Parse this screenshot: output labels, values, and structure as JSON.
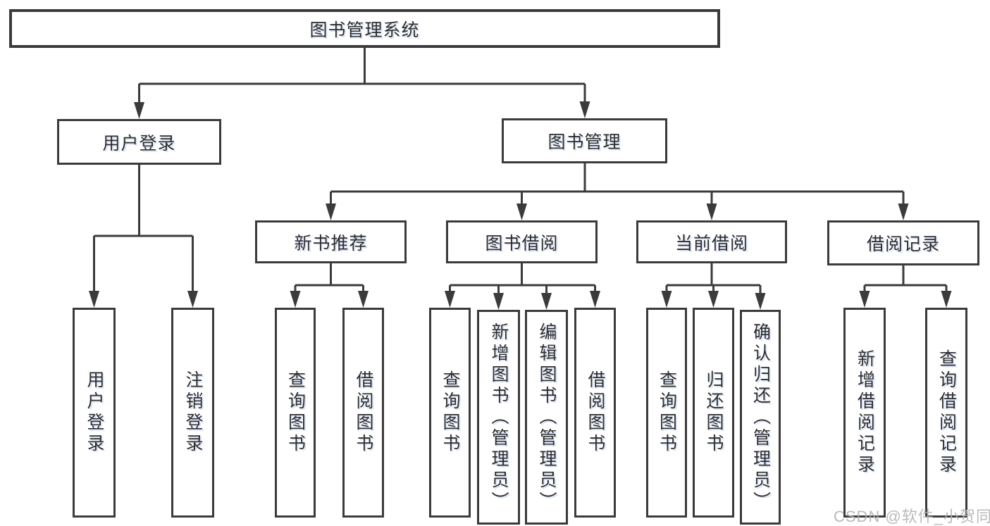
{
  "tree": {
    "root": "图书管理系统",
    "branches": [
      {
        "label": "用户登录",
        "children": [
          "用户登录",
          "注销登录"
        ]
      },
      {
        "label": "图书管理",
        "groups": [
          {
            "label": "新书推荐",
            "children": [
              "查询图书",
              "借阅图书"
            ]
          },
          {
            "label": "图书借阅",
            "children": [
              "查询图书",
              "新增图书（管理员）",
              "编辑图书（管理员）",
              "借阅图书"
            ]
          },
          {
            "label": "当前借阅",
            "children": [
              "查询图书",
              "归还图书",
              "确认归还（管理员）"
            ]
          },
          {
            "label": "借阅记录",
            "children": [
              "新增借阅记录",
              "查询借阅记录"
            ]
          }
        ]
      }
    ]
  },
  "watermark": {
    "text": "CSDN @软件_小贺同学"
  },
  "colors": {
    "line": "#3b3b3b",
    "text": "#2d2d2d",
    "watermark": "#b3b3b3",
    "background": "#ffffff"
  }
}
